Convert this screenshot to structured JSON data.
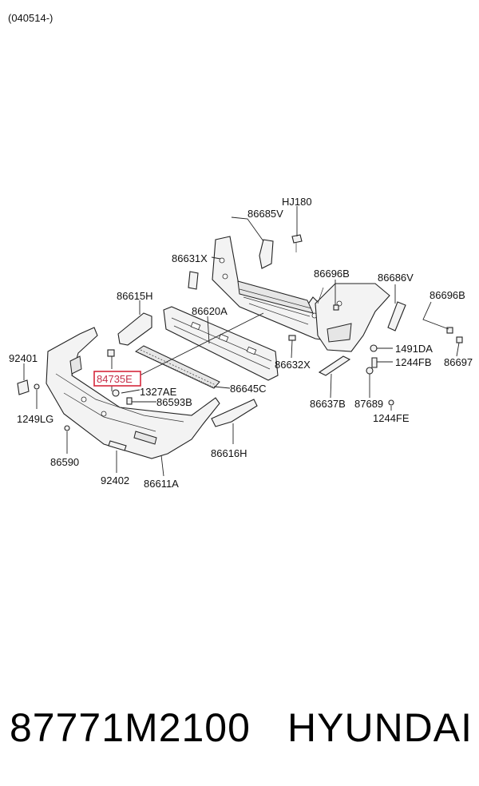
{
  "header": {
    "code": "(040514-)"
  },
  "footer": {
    "part_number": "87771M2100",
    "brand": "HYUNDAI"
  },
  "highlight": {
    "label": "84735E",
    "color": "#d6283c"
  },
  "labels": {
    "l_hj180": "HJ180",
    "l_86685v": "86685V",
    "l_86631x": "86631X",
    "l_86696b_a": "86696B",
    "l_86686v": "86686V",
    "l_86696b_b": "86696B",
    "l_86615h": "86615H",
    "l_86620a": "86620A",
    "l_92401": "92401",
    "l_86632x": "86632X",
    "l_1491da": "1491DA",
    "l_1244fb": "1244FB",
    "l_86697": "86697",
    "l_1327ae": "1327AE",
    "l_86645c": "86645C",
    "l_86593b": "86593B",
    "l_86637b": "86637B",
    "l_87689": "87689",
    "l_1249lg": "1249LG",
    "l_1244fe": "1244FE",
    "l_86616h": "86616H",
    "l_86590": "86590",
    "l_92402": "92402",
    "l_86611a": "86611A"
  }
}
